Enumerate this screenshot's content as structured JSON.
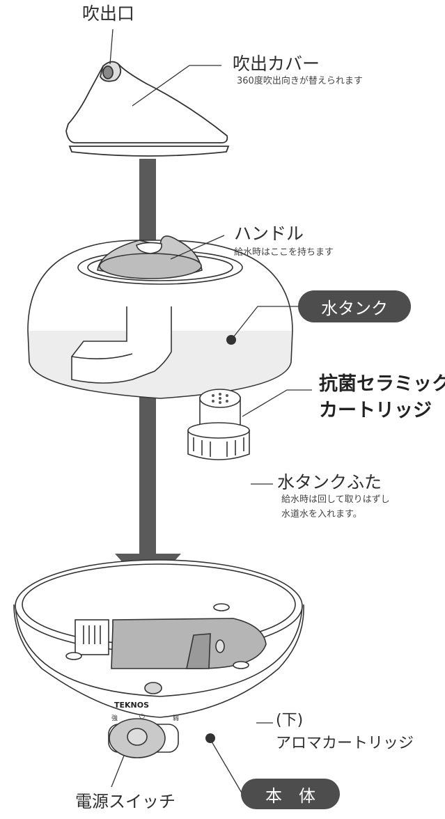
{
  "labels": {
    "outlet": "吹出口",
    "outlet_cover": "吹出カバー",
    "outlet_cover_note": "360度吹出向きが替えられます",
    "handle": "ハンドル",
    "handle_note": "給水時はここを持ちます",
    "water_tank": "水タンク",
    "cartridge_line1": "抗菌セラミック",
    "cartridge_line2": "カートリッジ",
    "tank_cap": "水タンクふた",
    "tank_cap_note_line1": "給水時は回して取りはずし",
    "tank_cap_note_line2": "水道水を入れます。",
    "aroma_line1": "(下)",
    "aroma_line2": "アロマカートリッジ",
    "body": "本　体",
    "power_switch": "電源スイッチ"
  },
  "device": {
    "brand": "TEKNOS",
    "dial_left": "強",
    "dial_right": "弱",
    "dial_mark": "⏻"
  },
  "colors": {
    "pill_bg": "#4d4d4d",
    "arrow": "#5a5a5a",
    "handle_fill": "#c9c9c9",
    "water_fill": "#e6e6e6",
    "base_cavity": "#b5b5b5"
  }
}
